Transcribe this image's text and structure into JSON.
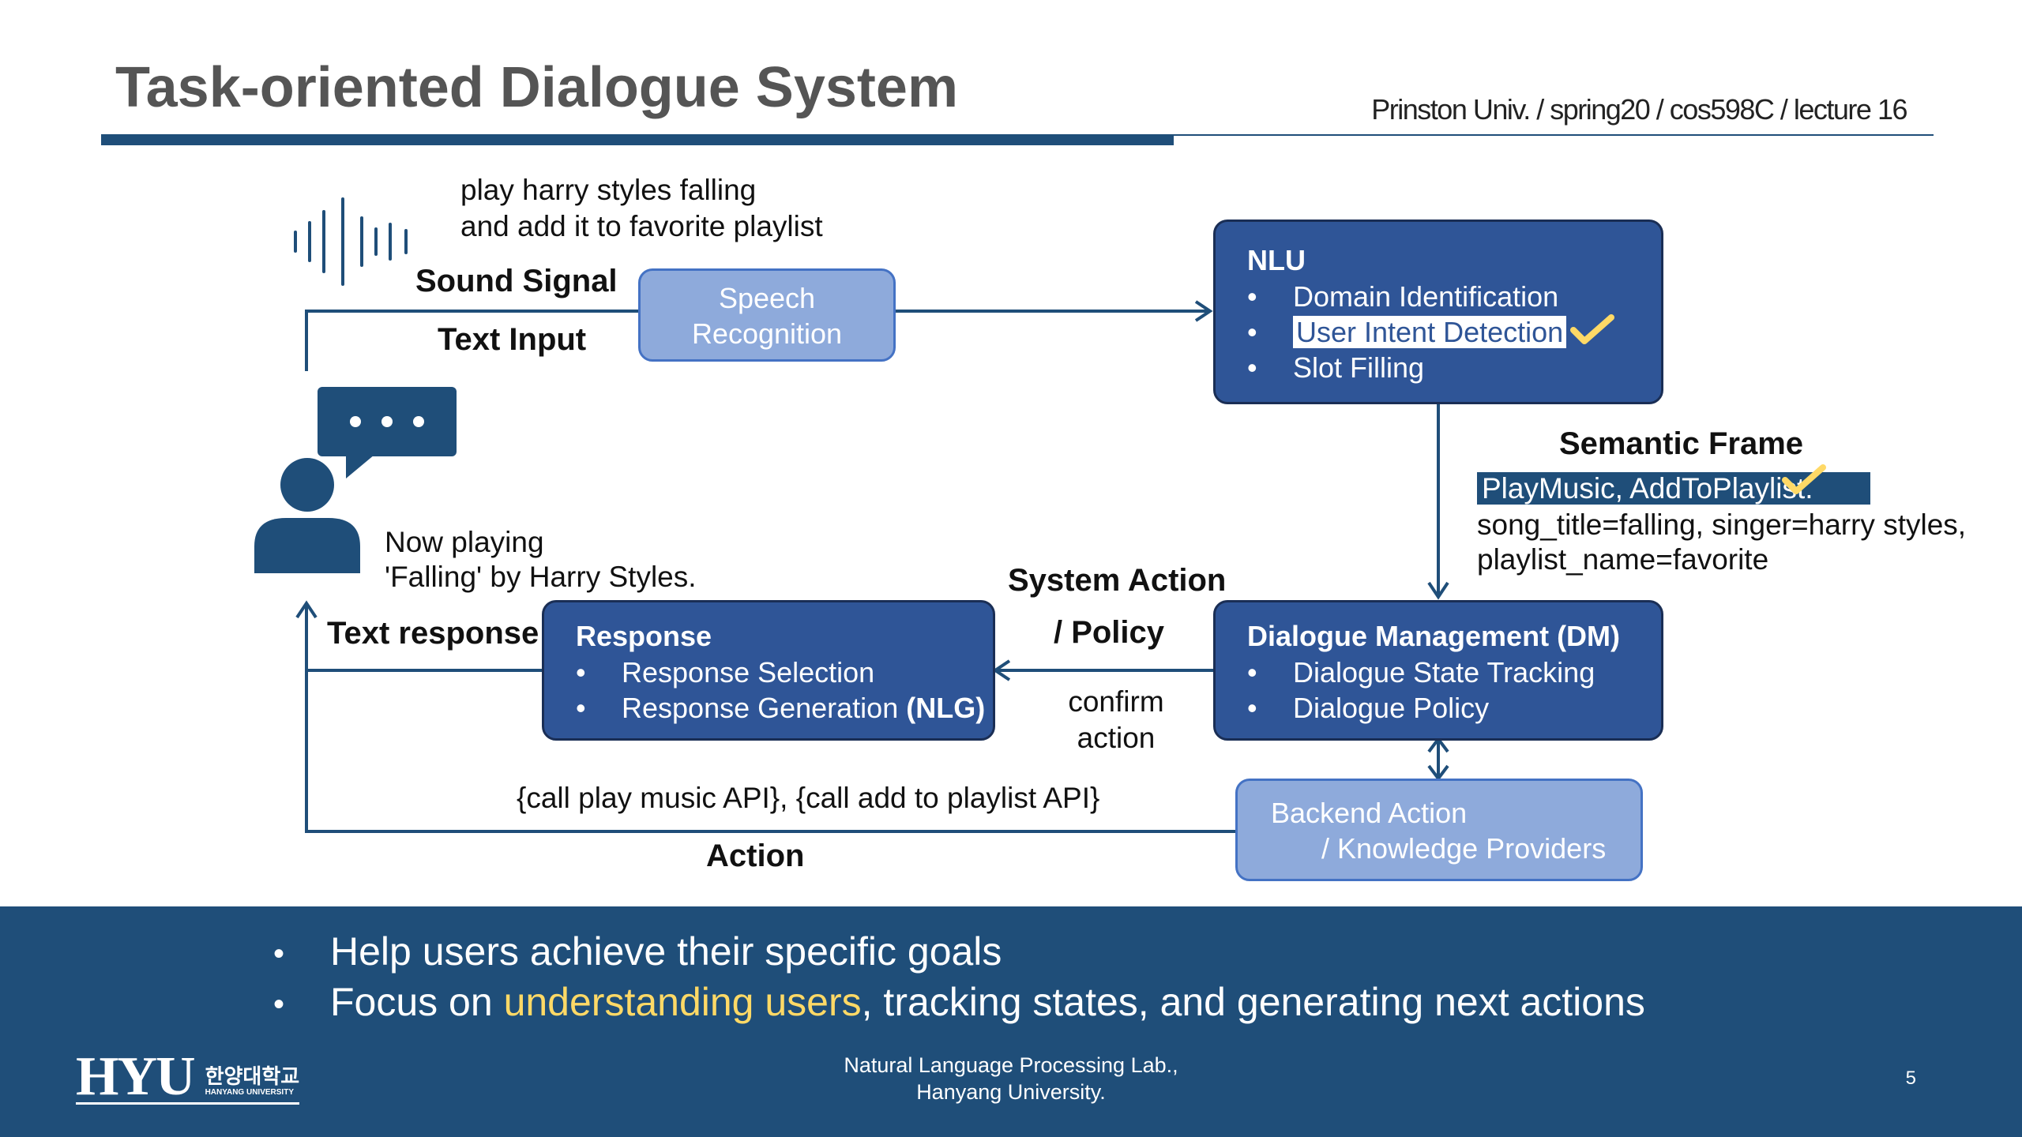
{
  "header": {
    "title": "Task-oriented Dialogue System",
    "source": "Prinston Univ. / spring20 / cos598C / lecture 16"
  },
  "user_utterance": {
    "line1": "play harry styles falling",
    "line2": "and add it to favorite playlist"
  },
  "labels": {
    "sound_signal": "Sound Signal",
    "text_input": "Text Input",
    "semantic_frame": "Semantic Frame",
    "system_action_line1": "System Action",
    "system_action_line2": "/ Policy",
    "confirm_line1": "confirm",
    "confirm_line2": "action",
    "text_response": "Text response",
    "api_calls": "{call play music API}, {call add to playlist API}",
    "action": "Action"
  },
  "system_reply": {
    "line1": "Now playing",
    "line2": "'Falling' by Harry Styles."
  },
  "speech_box": {
    "line1": "Speech",
    "line2": "Recognition"
  },
  "nlu_box": {
    "title": "NLU",
    "items": [
      "Domain Identification",
      "User Intent Detection",
      "Slot Filling"
    ]
  },
  "dm_box": {
    "title": "Dialogue Management (DM)",
    "items": [
      "Dialogue State Tracking",
      "Dialogue Policy"
    ]
  },
  "response_box": {
    "title": "Response",
    "item1": "Response Selection",
    "item2_prefix": "Response Generation ",
    "item2_bold": "(NLG)"
  },
  "backend_box": {
    "line1": "Backend Action",
    "line2": "/ Knowledge Providers"
  },
  "semantic_frame": {
    "intents": "PlayMusic, AddToPlaylist.",
    "slots_line1": "song_title=falling, singer=harry styles,",
    "slots_line2": "playlist_name=favorite"
  },
  "footer": {
    "bullet1": "Help users achieve their specific goals",
    "bullet2_prefix": "Focus on ",
    "bullet2_highlight": "understanding users",
    "bullet2_suffix": ", tracking states, and generating next actions",
    "lab_line1": "Natural Language Processing Lab.,",
    "lab_line2": "Hanyang University.",
    "page_number": "5",
    "logo_text": "HYU",
    "logo_korean": "한양대학교",
    "logo_english": "HANYANG UNIVERSITY"
  },
  "icons": [
    "sound-wave-icon",
    "speech-bubble-icon",
    "person-icon",
    "check-icon"
  ],
  "colors": {
    "navy": "#1f4e79",
    "box_dark": "#2f5597",
    "box_light": "#8eaadb",
    "accent_yellow": "#ffd966",
    "title_gray": "#555555"
  }
}
